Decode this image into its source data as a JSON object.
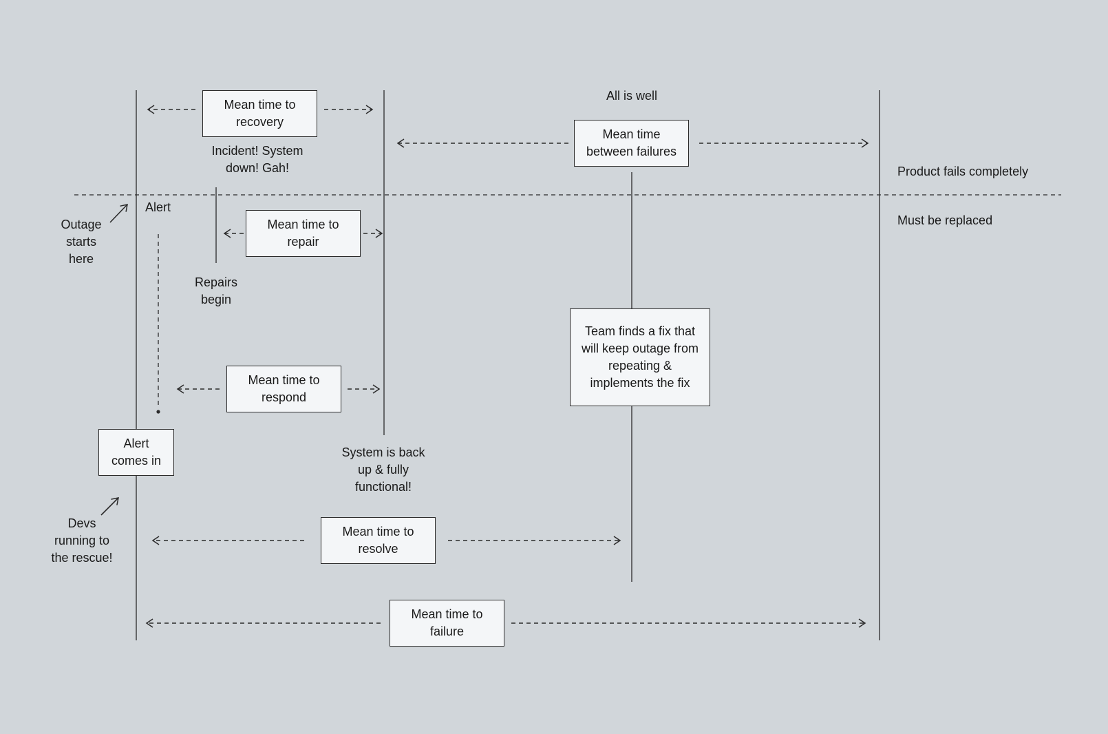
{
  "diagram": {
    "colors": {
      "background": "#d1d6da",
      "box_fill": "#f4f6f8",
      "stroke": "#2b2b2b",
      "text": "#1a1a1a"
    },
    "boxes": {
      "mttr_recovery": "Mean time to\nrecovery",
      "mtbf": "Mean time\nbetween failures",
      "mttr_repair": "Mean time to\nrepair",
      "mttr_respond": "Mean time to\nrespond",
      "team_fix": "Team finds a fix that\nwill keep outage from\nrepeating &\nimplements the fix",
      "alert_comes_in": "Alert\ncomes in",
      "mttr_resolve": "Mean time to\nresolve",
      "mttf": "Mean time to\nfailure"
    },
    "labels": {
      "all_is_well": "All is well",
      "incident": "Incident! System\ndown! Gah!",
      "product_fails": "Product fails completely",
      "must_be_replaced": "Must be replaced",
      "alert": "Alert",
      "outage_starts": "Outage\nstarts\nhere",
      "repairs_begin": "Repairs\nbegin",
      "system_back": "System is back\nup & fully\nfunctional!",
      "devs_running": "Devs\nrunning to\nthe rescue!"
    }
  }
}
